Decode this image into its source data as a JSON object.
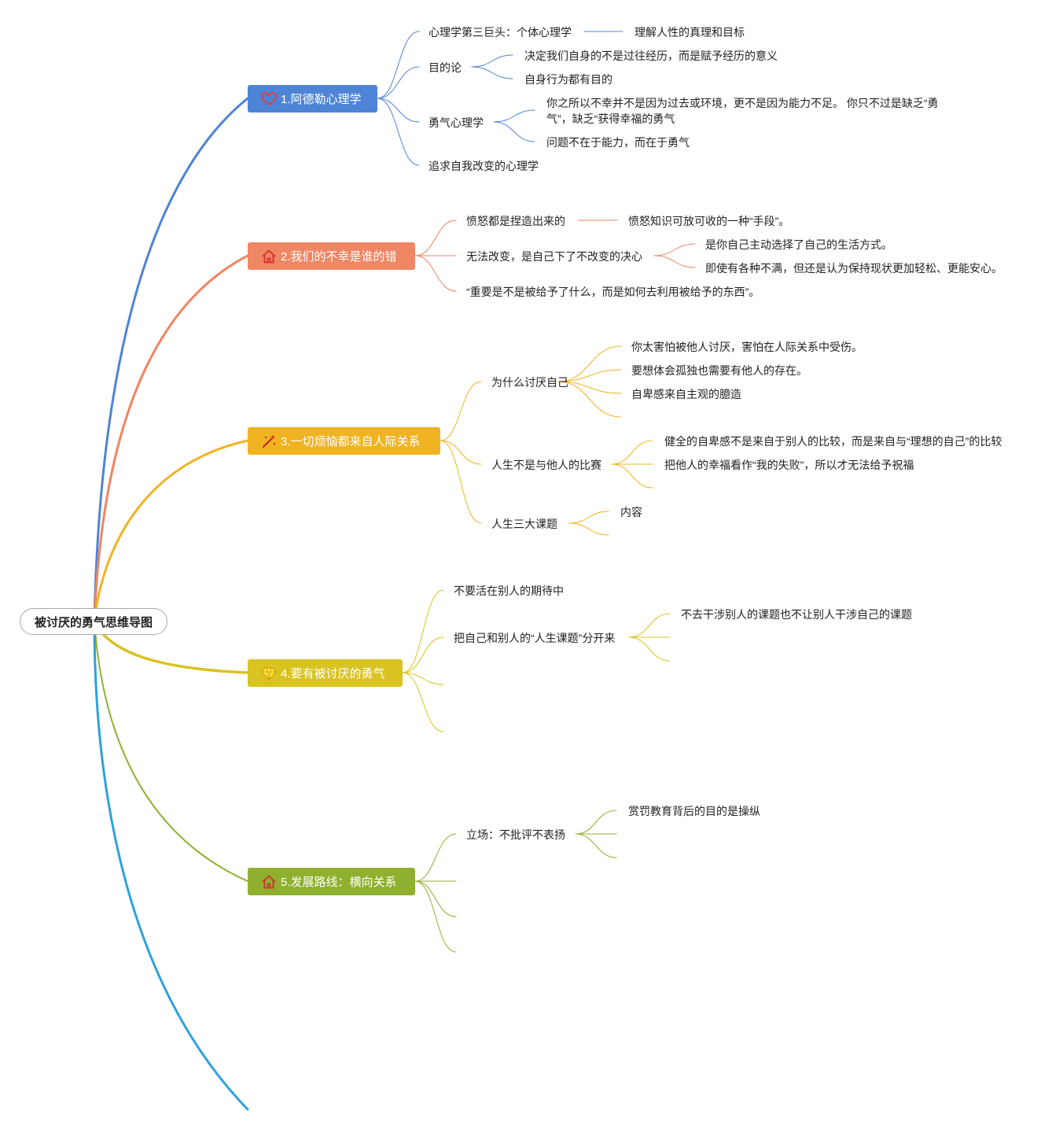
{
  "root": {
    "label": "被讨厌的勇气思维导图"
  },
  "colors": {
    "t1": "#4e84d6",
    "t2": "#ef8664",
    "t3": "#f0b322",
    "t4": "#d9c321",
    "t5": "#8fb02f",
    "t6": "#2fa1dc"
  },
  "topics": [
    {
      "label": "1.阿德勒心理学",
      "icon": "heart-icon",
      "children": [
        {
          "label": "心理学第三巨头：个体心理学",
          "children": [
            {
              "label": "理解人性的真理和目标"
            }
          ]
        },
        {
          "label": "目的论",
          "children": [
            {
              "label": "决定我们自身的不是过往经历，而是赋予经历的意义"
            },
            {
              "label": "自身行为都有目的"
            }
          ]
        },
        {
          "label": "勇气心理学",
          "children": [
            {
              "label": "你之所以不幸并不是因为过去或环境，更不是因为能力不足。 你只不过是缺乏“勇气”，缺乏“获得幸福的勇气"
            },
            {
              "label": "问题不在于能力，而在于勇气"
            }
          ]
        },
        {
          "label": "追求自我改变的心理学"
        }
      ]
    },
    {
      "label": "2.我们的不幸是谁的错",
      "icon": "house-icon",
      "children": [
        {
          "label": "愤怒都是捏造出来的",
          "children": [
            {
              "label": "愤怒知识可放可收的一种“手段”。"
            }
          ]
        },
        {
          "label": "无法改变，是自己下了不改变的决心",
          "children": [
            {
              "label": "是你自己主动选择了自己的生活方式。"
            },
            {
              "label": "即使有各种不满，但还是认为保持现状更加轻松、更能安心。"
            }
          ]
        },
        {
          "label": "“重要是不是被给予了什么，而是如何去利用被给予的东西”。"
        }
      ]
    },
    {
      "label": "3.一切烦恼都来自人际关系",
      "icon": "magic-wand-icon",
      "children": [
        {
          "label": "为什么讨厌自己",
          "children": [
            {
              "label": "你太害怕被他人讨厌，害怕在人际关系中受伤。"
            },
            {
              "label": "要想体会孤独也需要有他人的存在。"
            },
            {
              "label": "自卑感来自主观的臆造"
            }
          ]
        },
        {
          "label": "人生不是与他人的比赛",
          "children": [
            {
              "label": "健全的自卑感不是来自于别人的比较，而是来自与“理想的自己”的比较"
            },
            {
              "label": "把他人的幸福看作“我的失败”，所以才无法给予祝福"
            }
          ]
        },
        {
          "label": "人生三大课题",
          "children": [
            {
              "label": "内容"
            }
          ]
        }
      ]
    },
    {
      "label": "4.要有被讨厌的勇气",
      "icon": "diamond-icon",
      "children": [
        {
          "label": "不要活在别人的期待中"
        },
        {
          "label": "把自己和别人的“人生课题”分开来",
          "children": [
            {
              "label": "不去干涉别人的课题也不让别人干涉自己的课题"
            }
          ]
        }
      ]
    },
    {
      "label": "5.发展路线：横向关系",
      "icon": "house-icon",
      "children": [
        {
          "label": "立场：不批评不表扬",
          "children": [
            {
              "label": "赏罚教育背后的目的是操纵"
            }
          ]
        }
      ]
    }
  ]
}
